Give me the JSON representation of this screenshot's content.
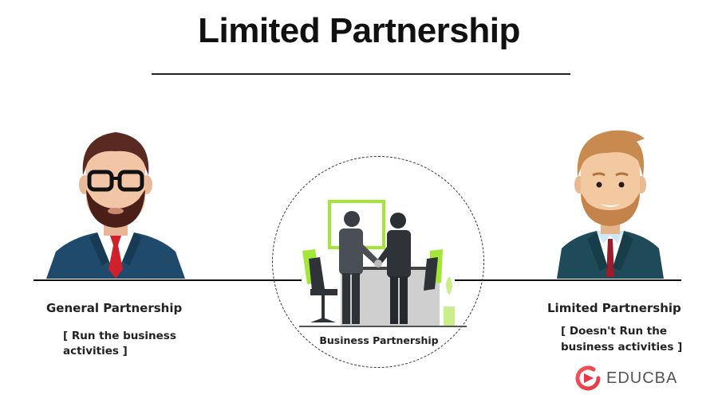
{
  "title": "Limited Partnership",
  "left": {
    "role": "General Partnership",
    "description": "[ Run the business activities ]",
    "description_line1": "[ Run the business",
    "description_line2": "activities ]",
    "colors": {
      "hair": "#5a2a22",
      "skin": "#f2c5a6",
      "suit": "#1f4a6b",
      "tie": "#d0202c",
      "glasses": "#111111"
    }
  },
  "center": {
    "label": "Business Partnership",
    "colors": {
      "accent": "#a3e635",
      "figure": "#2f3338",
      "desk": "#cfcfcf"
    }
  },
  "right": {
    "role": "Limited Partnership",
    "description": "[ Doesn't Run the business activities ]",
    "description_line1": "[ Doesn't Run the",
    "description_line2": "business activities ]",
    "colors": {
      "hair": "#c98a4f",
      "skin": "#f2c9a1",
      "suit": "#1e4a5a",
      "tie": "#9b1c2a",
      "collar": "#cfe8f5"
    }
  },
  "brand": {
    "name": "EDUCBA",
    "logo_icon": "educba-logo-icon",
    "color": "#e63946"
  }
}
